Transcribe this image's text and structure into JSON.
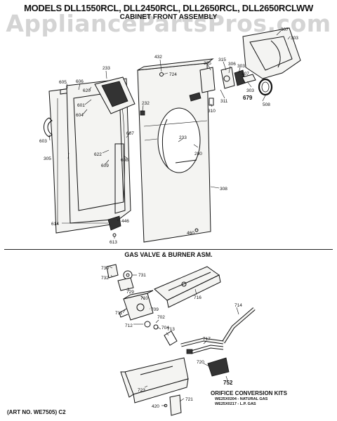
{
  "header": {
    "models": "MODELS DLL1550RCL, DLL2450RCL, DLL2650RCL, DLL2650RCLWW",
    "section_top": "CABINET FRONT ASSEMBLY",
    "watermark": "AppliancePartsPros.com"
  },
  "gas_section": {
    "title": "GAS VALVE & BURNER ASM."
  },
  "orifice_kits": {
    "title": "ORIFICE CONVERSION KITS",
    "natural": "WE25X0204 - NATURAL GAS",
    "lp": "WE25X0217 - L.P. GAS"
  },
  "footer": {
    "art_no": "(ART NO. WE7505) C2"
  },
  "part_labels": {
    "p233a": "233",
    "p432": "432",
    "p724": "724",
    "p305": "305",
    "p315": "315",
    "p306": "306",
    "p307": "307",
    "p303a": "303",
    "p303b": "303",
    "p679": "679",
    "p508": "508",
    "p311": "311",
    "p310": "310",
    "p605": "605",
    "p606": "606",
    "p620": "620",
    "p601": "601",
    "p604": "604",
    "p232": "232",
    "p233b": "233",
    "p280": "280",
    "p607": "607",
    "p603": "603",
    "p305b": "305",
    "p622": "622",
    "p609": "609",
    "p608": "608",
    "p308": "308",
    "p614": "614",
    "p446": "446",
    "p613": "613",
    "p460": "460",
    "p730": "730",
    "p732": "732",
    "p731": "731",
    "p729": "729",
    "p710": "710",
    "p716": "716",
    "p714": "714",
    "p711": "711",
    "p709": "709",
    "p702": "702",
    "p712": "712",
    "p704": "704",
    "p713": "713",
    "p717": "717",
    "p720": "720",
    "p752": "752",
    "p723": "723",
    "p721": "721",
    "p420": "420"
  }
}
